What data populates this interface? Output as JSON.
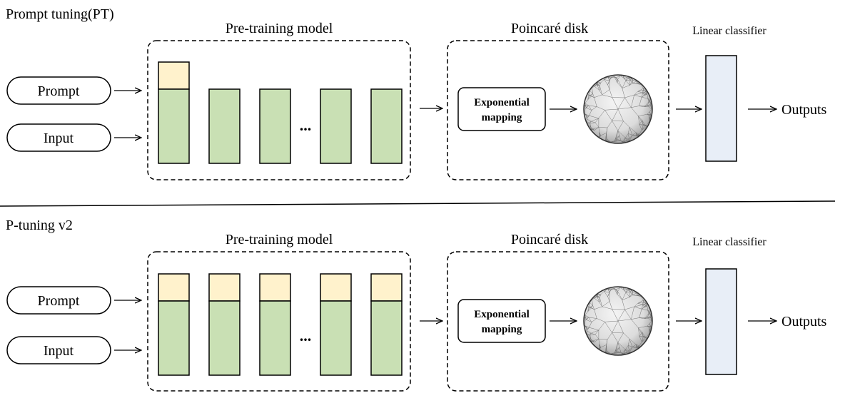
{
  "panels": [
    {
      "title": "Prompt tuning(PT)",
      "inputs": [
        "Prompt",
        "Input"
      ],
      "model_label": "Pre-training model",
      "ellipsis": "...",
      "poincare_label": "Poincaré disk",
      "mapping_line1": "Exponential",
      "mapping_line2": "mapping",
      "classifier_label": "Linear classifier",
      "output_label": "Outputs",
      "prompt_in_all_layers": false
    },
    {
      "title": "P-tuning v2",
      "inputs": [
        "Prompt",
        "Input"
      ],
      "model_label": "Pre-training model",
      "ellipsis": "...",
      "poincare_label": "Poincaré disk",
      "mapping_line1": "Exponential",
      "mapping_line2": "mapping",
      "classifier_label": "Linear classifier",
      "output_label": "Outputs",
      "prompt_in_all_layers": true
    }
  ],
  "colors": {
    "prompt_block": "#fff2cc",
    "layer_block": "#c9e0b4",
    "classifier": "#e8eef7",
    "line": "#000000"
  }
}
